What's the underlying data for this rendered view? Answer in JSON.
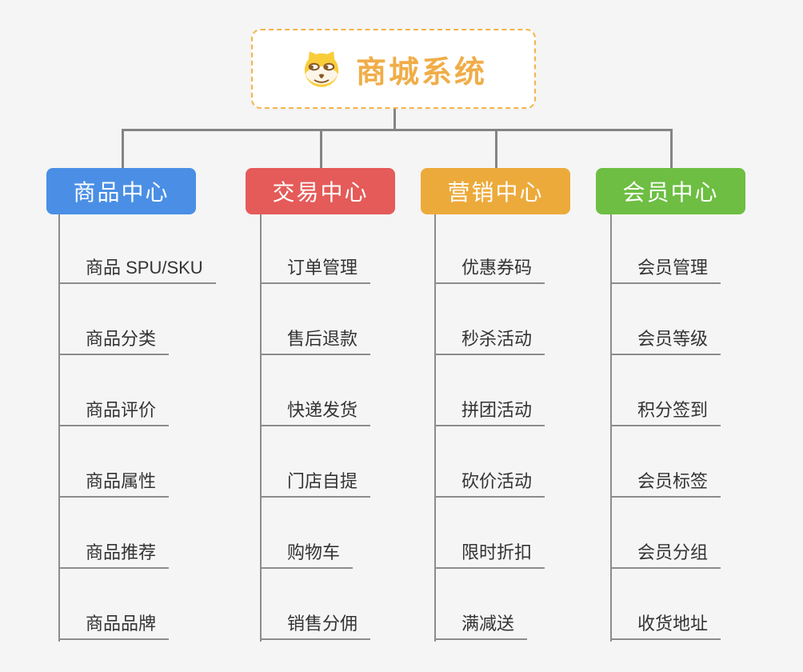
{
  "root": {
    "title": "商城系统",
    "icon": "doge-icon"
  },
  "branches": [
    {
      "label": "商品中心",
      "color": "#4a8fe5",
      "items": [
        "商品 SPU/SKU",
        "商品分类",
        "商品评价",
        "商品属性",
        "商品推荐",
        "商品品牌"
      ]
    },
    {
      "label": "交易中心",
      "color": "#e45b59",
      "items": [
        "订单管理",
        "售后退款",
        "快递发货",
        "门店自提",
        "购物车",
        "销售分佣"
      ]
    },
    {
      "label": "营销中心",
      "color": "#ecaa3b",
      "items": [
        "优惠券码",
        "秒杀活动",
        "拼团活动",
        "砍价活动",
        "限时折扣",
        "满减送"
      ]
    },
    {
      "label": "会员中心",
      "color": "#6dbe42",
      "items": [
        "会员管理",
        "会员等级",
        "积分签到",
        "会员标签",
        "会员分组",
        "收货地址"
      ]
    }
  ],
  "style": {
    "background_color": "#f5f5f5",
    "line_color": "#8c8c8c",
    "connector_color": "#848484",
    "root_border_color": "#f3b54a",
    "root_title_color": "#f0ad48",
    "item_text_color": "#333333",
    "doge_yellow": "#f9cd3a",
    "doge_cream": "#fdf6e8",
    "doge_brown": "#8a5a2a"
  }
}
